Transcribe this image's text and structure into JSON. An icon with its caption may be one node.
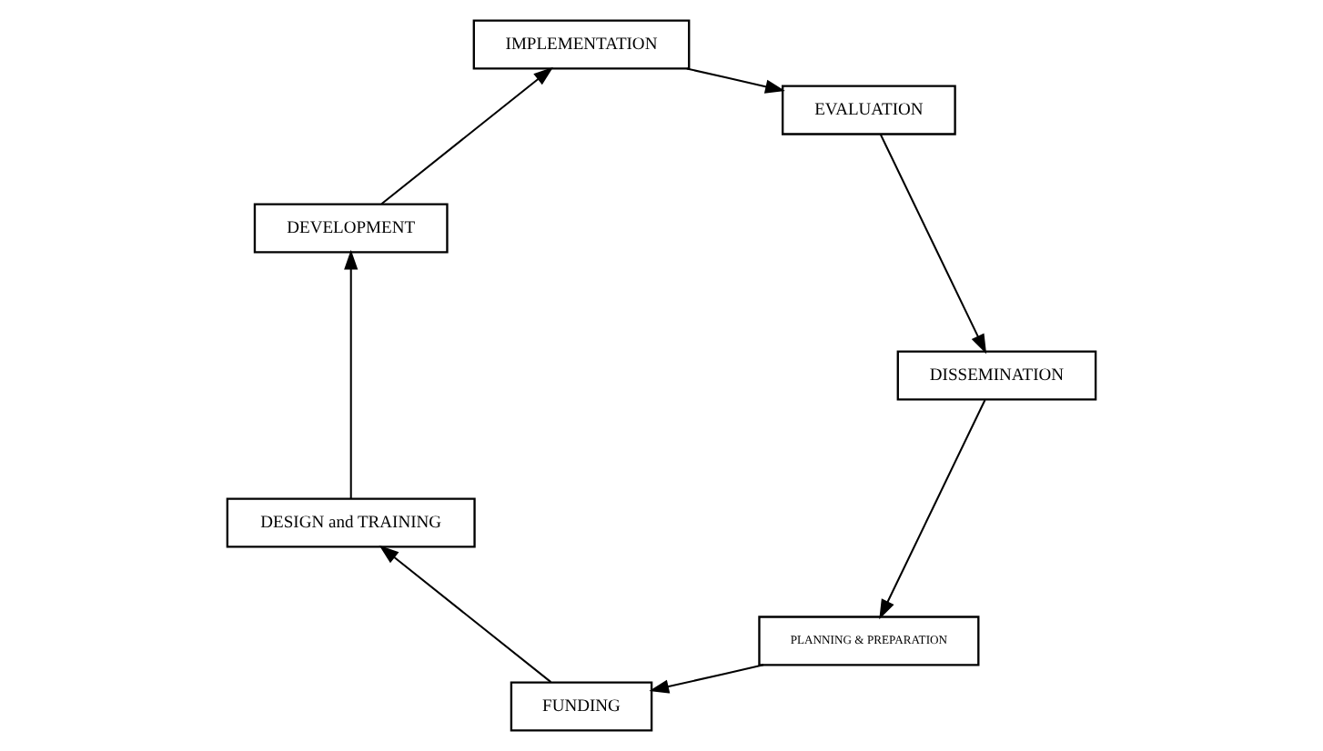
{
  "diagram": {
    "nodes": [
      {
        "text": [
          "PLANNING & PREPARATION"
        ]
      },
      {
        "text": [
          "FUNDING"
        ]
      },
      {
        "text": [
          "DESIGN and TRAINING"
        ]
      },
      {
        "text": [
          "DEVELOPMENT"
        ]
      },
      {
        "text": [
          "IMPLEMENTATION"
        ]
      },
      {
        "text": [
          "EVALUATION"
        ]
      },
      {
        "text": [
          "DISSEMINATION"
        ]
      }
    ],
    "edges": [
      {
        "from": 0,
        "to": 1,
        "arrow": "to"
      },
      {
        "from": 1,
        "to": 2,
        "arrow": "to"
      },
      {
        "from": 2,
        "to": 3,
        "arrow": "to"
      },
      {
        "from": 3,
        "to": 4,
        "arrow": "to"
      },
      {
        "from": 4,
        "to": 5,
        "arrow": "to"
      },
      {
        "from": 5,
        "to": 6,
        "arrow": "to"
      },
      {
        "from": 6,
        "to": 0,
        "arrow": "to"
      }
    ]
  }
}
